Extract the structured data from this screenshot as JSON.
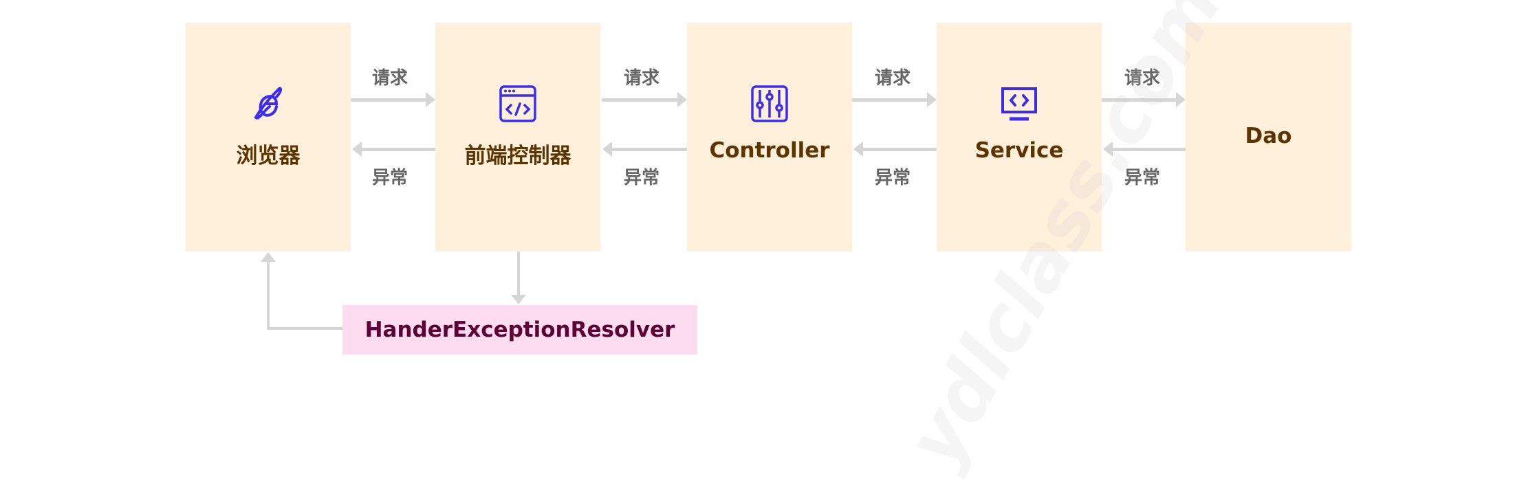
{
  "nodes": [
    {
      "label": "浏览器",
      "icon": "browser-globe-icon"
    },
    {
      "label": "前端控制器",
      "icon": "code-window-icon"
    },
    {
      "label": "Controller",
      "icon": "sliders-icon"
    },
    {
      "label": "Service",
      "icon": "monitor-code-icon"
    },
    {
      "label": "Dao",
      "icon": ""
    }
  ],
  "edge_labels": {
    "request": "请求",
    "exception": "异常"
  },
  "resolver": {
    "label": "HanderExceptionResolver"
  },
  "watermark": "ydlclass.com",
  "colors": {
    "box": "#fff0dc",
    "label": "#5c3400",
    "icon": "#3b2cf0",
    "resolver_bg": "#fddcef",
    "resolver_text": "#5c0036",
    "arrow": "#d6d6d6"
  }
}
